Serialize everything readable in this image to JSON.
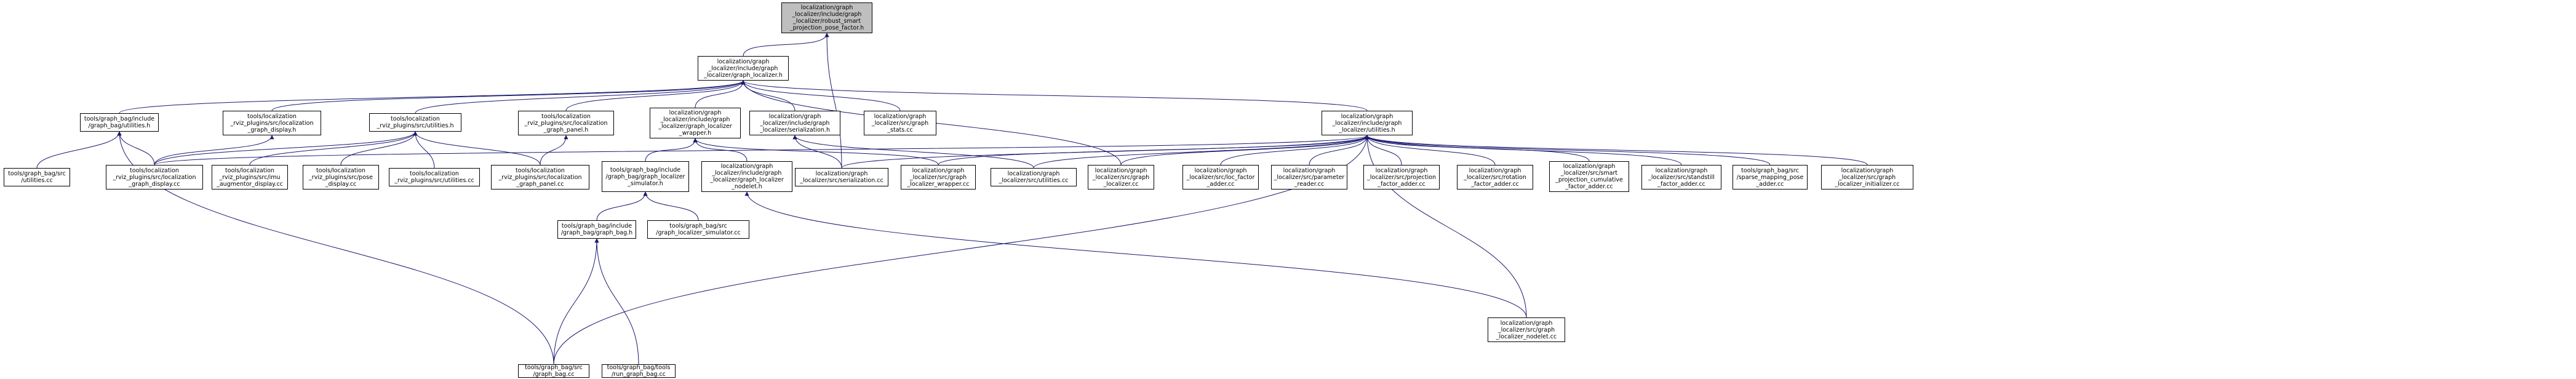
{
  "diagram": {
    "type": "include-dependency-graph",
    "colors": {
      "edge": "#191970",
      "node_border": "#000000",
      "root_fill": "#bfbfbf",
      "node_fill": "#ffffff"
    },
    "nodes": [
      {
        "id": "root",
        "label": "localization/graph\n_localizer/include/graph\n_localizer/robust_smart\n_projection_pose_factor.h"
      },
      {
        "id": "gl_h",
        "label": "localization/graph\n_localizer/include/graph\n_localizer/graph_localizer.h"
      },
      {
        "id": "util_h",
        "label": "localization/graph\n_localizer/include/graph\n_localizer/utilities.h"
      },
      {
        "id": "gb_util_h",
        "label": "tools/graph_bag/include\n/graph_bag/utilities.h"
      },
      {
        "id": "rviz_gd_h",
        "label": "tools/localization\n_rviz_plugins/src/localization\n_graph_display.h"
      },
      {
        "id": "rviz_util_h",
        "label": "tools/localization\n_rviz_plugins/src/utilities.h"
      },
      {
        "id": "rviz_gp_h",
        "label": "tools/localization\n_rviz_plugins/src/localization\n_graph_panel.h"
      },
      {
        "id": "glw_h",
        "label": "localization/graph\n_localizer/include/graph\n_localizer/graph_localizer\n_wrapper.h"
      },
      {
        "id": "ser_h",
        "label": "localization/graph\n_localizer/include/graph\n_localizer/serialization.h"
      },
      {
        "id": "stats_cc",
        "label": "localization/graph\n_localizer/src/graph\n_stats.cc"
      },
      {
        "id": "gb_util_cc",
        "label": "tools/graph_bag/src\n/utilities.cc"
      },
      {
        "id": "rviz_gd_cc",
        "label": "tools/localization\n_rviz_plugins/src/localization\n_graph_display.cc"
      },
      {
        "id": "rviz_imu_cc",
        "label": "tools/localization\n_rviz_plugins/src/imu\n_augmentor_display.cc"
      },
      {
        "id": "rviz_pose_cc",
        "label": "tools/localization\n_rviz_plugins/src/pose\n_display.cc"
      },
      {
        "id": "rviz_util_cc",
        "label": "tools/localization\n_rviz_plugins/src/utilities.cc"
      },
      {
        "id": "rviz_gp_cc",
        "label": "tools/localization\n_rviz_plugins/src/localization\n_graph_panel.cc"
      },
      {
        "id": "sim_h",
        "label": "tools/graph_bag/include\n/graph_bag/graph_localizer\n_simulator.h"
      },
      {
        "id": "nodelet_h",
        "label": "localization/graph\n_localizer/include/graph\n_localizer/graph_localizer\n_nodelet.h"
      },
      {
        "id": "ser_cc",
        "label": "localization/graph\n_localizer/src/serialization.cc"
      },
      {
        "id": "glw_cc",
        "label": "localization/graph\n_localizer/src/graph\n_localizer_wrapper.cc"
      },
      {
        "id": "util_cc",
        "label": "localization/graph\n_localizer/src/utilities.cc"
      },
      {
        "id": "gl_cc",
        "label": "localization/graph\n_localizer/src/graph\n_localizer.cc"
      },
      {
        "id": "loc_cc",
        "label": "localization/graph\n_localizer/src/loc_factor\n_adder.cc"
      },
      {
        "id": "param_cc",
        "label": "localization/graph\n_localizer/src/parameter\n_reader.cc"
      },
      {
        "id": "proj_cc",
        "label": "localization/graph\n_localizer/src/projection\n_factor_adder.cc"
      },
      {
        "id": "rot_cc",
        "label": "localization/graph\n_localizer/src/rotation\n_factor_adder.cc"
      },
      {
        "id": "smart_cc",
        "label": "localization/graph\n_localizer/src/smart\n_projection_cumulative\n_factor_adder.cc"
      },
      {
        "id": "still_cc",
        "label": "localization/graph\n_localizer/src/standstill\n_factor_adder.cc"
      },
      {
        "id": "sparse_cc",
        "label": "tools/graph_bag/src\n/sparse_mapping_pose\n_adder.cc"
      },
      {
        "id": "init_cc",
        "label": "localization/graph\n_localizer/src/graph\n_localizer_initializer.cc"
      },
      {
        "id": "gbgb_h",
        "label": "tools/graph_bag/include\n/graph_bag/graph_bag.h"
      },
      {
        "id": "sim_cc",
        "label": "tools/graph_bag/src\n/graph_localizer_simulator.cc"
      },
      {
        "id": "nodelet_cc",
        "label": "localization/graph\n_localizer/src/graph\n_localizer_nodelet.cc"
      },
      {
        "id": "gb_cc",
        "label": "tools/graph_bag/src\n/graph_bag.cc"
      },
      {
        "id": "run_cc",
        "label": "tools/graph_bag/tools\n/run_graph_bag.cc"
      }
    ],
    "edges": [
      [
        "root",
        "gl_h"
      ],
      [
        "root",
        "ser_cc"
      ],
      [
        "gl_h",
        "gb_util_h"
      ],
      [
        "gl_h",
        "rviz_gd_h"
      ],
      [
        "gl_h",
        "rviz_util_h"
      ],
      [
        "gl_h",
        "rviz_gp_h"
      ],
      [
        "gl_h",
        "glw_h"
      ],
      [
        "gl_h",
        "ser_h"
      ],
      [
        "gl_h",
        "stats_cc"
      ],
      [
        "gl_h",
        "util_h"
      ],
      [
        "gl_h",
        "gl_cc"
      ],
      [
        "gb_util_h",
        "gb_util_cc"
      ],
      [
        "gb_util_h",
        "rviz_gd_cc"
      ],
      [
        "gb_util_h",
        "gb_cc"
      ],
      [
        "rviz_gd_h",
        "rviz_gd_cc"
      ],
      [
        "rviz_util_h",
        "rviz_gd_cc"
      ],
      [
        "rviz_util_h",
        "rviz_imu_cc"
      ],
      [
        "rviz_util_h",
        "rviz_pose_cc"
      ],
      [
        "rviz_util_h",
        "rviz_util_cc"
      ],
      [
        "rviz_util_h",
        "rviz_gp_cc"
      ],
      [
        "rviz_gp_h",
        "rviz_gp_cc"
      ],
      [
        "glw_h",
        "sim_h"
      ],
      [
        "glw_h",
        "nodelet_h"
      ],
      [
        "glw_h",
        "glw_cc"
      ],
      [
        "ser_h",
        "ser_cc"
      ],
      [
        "ser_h",
        "util_cc"
      ],
      [
        "util_h",
        "rviz_gd_cc"
      ],
      [
        "util_h",
        "ser_cc"
      ],
      [
        "util_h",
        "glw_cc"
      ],
      [
        "util_h",
        "util_cc"
      ],
      [
        "util_h",
        "gl_cc"
      ],
      [
        "util_h",
        "loc_cc"
      ],
      [
        "util_h",
        "param_cc"
      ],
      [
        "util_h",
        "proj_cc"
      ],
      [
        "util_h",
        "rot_cc"
      ],
      [
        "util_h",
        "smart_cc"
      ],
      [
        "util_h",
        "still_cc"
      ],
      [
        "util_h",
        "sparse_cc"
      ],
      [
        "util_h",
        "init_cc"
      ],
      [
        "util_h",
        "nodelet_cc"
      ],
      [
        "util_h",
        "gb_cc"
      ],
      [
        "sim_h",
        "gbgb_h"
      ],
      [
        "sim_h",
        "sim_cc"
      ],
      [
        "nodelet_h",
        "nodelet_cc"
      ],
      [
        "gbgb_h",
        "gb_cc"
      ],
      [
        "gbgb_h",
        "run_cc"
      ]
    ]
  }
}
